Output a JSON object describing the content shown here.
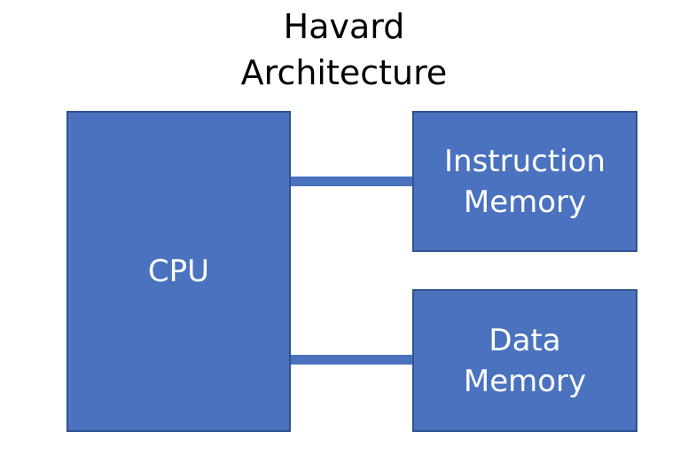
{
  "title": {
    "line1": "Havard",
    "line2": "Architecture"
  },
  "cpu": {
    "label": "CPU"
  },
  "instruction_memory": {
    "line1": "Instruction",
    "line2": "Memory"
  },
  "data_memory": {
    "line1": "Data",
    "line2": "Memory"
  },
  "colors": {
    "box_fill": "#4a72bf",
    "box_border": "#2f528f",
    "box_text": "#ffffff",
    "title_text": "#000000"
  }
}
